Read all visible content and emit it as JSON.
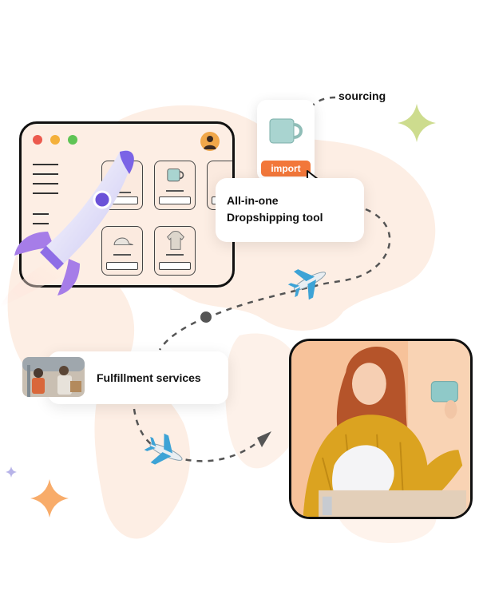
{
  "window": {
    "traffic_lights": [
      "#ec5a4e",
      "#f4b03b",
      "#5fc455"
    ]
  },
  "import_card": {
    "button_label": "import"
  },
  "labels": {
    "sourcing": "sourcing",
    "tool_line1": "All-in-one",
    "tool_line2": "Dropshipping tool",
    "fulfillment": "Fulfillment services"
  },
  "colors": {
    "accent_orange": "#f2773a",
    "map_tint": "#fdeee4",
    "sparkle_green": "#c4d67a",
    "sparkle_orange": "#f7a35a"
  },
  "icons": [
    "rocket-icon",
    "mug-icon",
    "cap-icon",
    "hoodie-icon",
    "airplane-icon",
    "cursor-icon",
    "sparkle-icon",
    "avatar-icon"
  ]
}
